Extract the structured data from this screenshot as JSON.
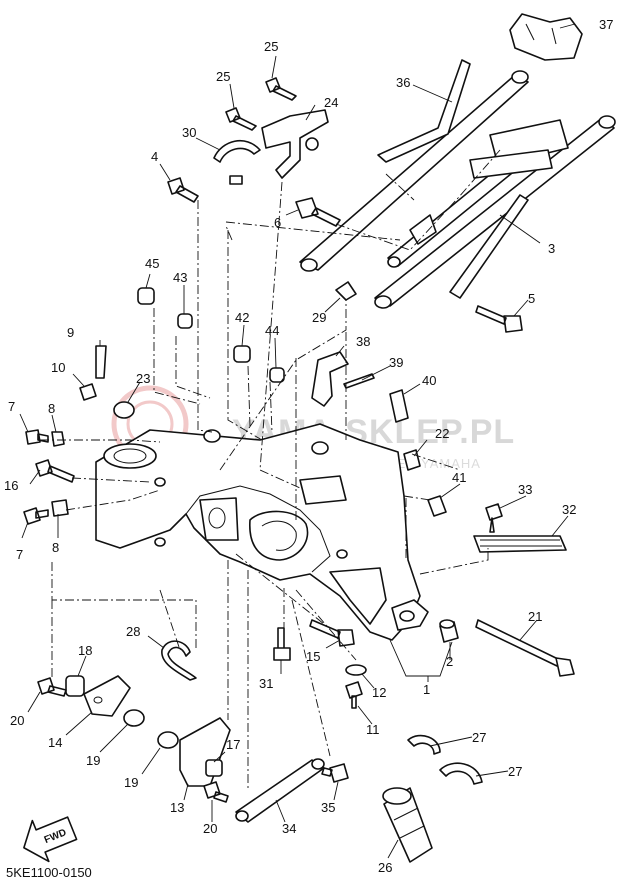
{
  "diagram_code": "5KE1100-0150",
  "watermark": {
    "main": "YAMA-SKLEP.PL",
    "sub": "AUTORYZOWANY DEALER YAMAHA"
  },
  "forward_label": "FWD",
  "colors": {
    "line": "#111111",
    "watermark_text": "#d8d8d8",
    "watermark_logo": "#f2c9c9"
  },
  "part_labels": {
    "p1": "1",
    "p2": "2",
    "p3": "3",
    "p4": "4",
    "p5": "5",
    "p6": "6",
    "p7a": "7",
    "p7b": "7",
    "p8a": "8",
    "p8b": "8",
    "p9": "9",
    "p10": "10",
    "p11": "11",
    "p12": "12",
    "p13": "13",
    "p14": "14",
    "p15": "15",
    "p16": "16",
    "p17": "17",
    "p18": "18",
    "p19a": "19",
    "p19b": "19",
    "p20a": "20",
    "p20b": "20",
    "p21": "21",
    "p22": "22",
    "p23": "23",
    "p24": "24",
    "p25a": "25",
    "p25b": "25",
    "p26": "26",
    "p27a": "27",
    "p27b": "27",
    "p28": "28",
    "p29": "29",
    "p30": "30",
    "p31": "31",
    "p32": "32",
    "p33": "33",
    "p34": "34",
    "p35": "35",
    "p36": "36",
    "p37": "37",
    "p38": "38",
    "p39": "39",
    "p40": "40",
    "p41": "41",
    "p42": "42",
    "p43": "43",
    "p44": "44",
    "p45": "45"
  }
}
